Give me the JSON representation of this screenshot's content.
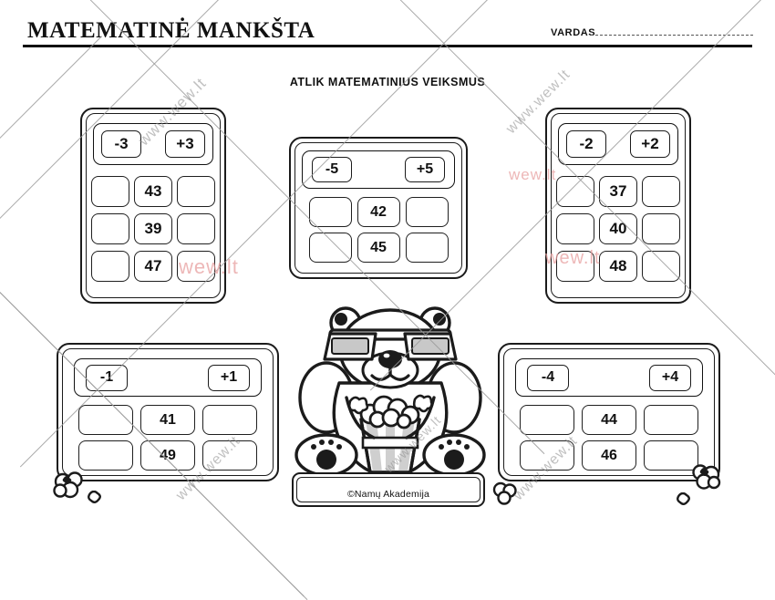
{
  "header": {
    "title": "MATEMATINĖ MANKŠTA",
    "name_label": "VARDAS",
    "name_value": ""
  },
  "subtitle": "ATLIK MATEMATINIUS VEIKSMUS",
  "footer": {
    "credit": "©Namų Akademija"
  },
  "watermark": {
    "text_gray": "www.wew.lt",
    "text_pink": "wew.lt",
    "color_gray": "#8d8d8d",
    "color_pink": "#e8a0a0",
    "line_color": "#9a9a9a"
  },
  "illustration": {
    "name": "bear-with-3d-glasses-and-popcorn",
    "lens_color": "#c8c8c8",
    "bucket_stripe_color": "#cfcfcf",
    "outline_color": "#1b1b1b"
  },
  "cards": [
    {
      "id": "card-tl",
      "minus": "-3",
      "plus": "+3",
      "rows": [
        {
          "left": "",
          "middle": "43",
          "right": ""
        },
        {
          "left": "",
          "middle": "39",
          "right": ""
        },
        {
          "left": "",
          "middle": "47",
          "right": ""
        }
      ]
    },
    {
      "id": "card-tc",
      "minus": "-5",
      "plus": "+5",
      "rows": [
        {
          "left": "",
          "middle": "42",
          "right": ""
        },
        {
          "left": "",
          "middle": "45",
          "right": ""
        }
      ]
    },
    {
      "id": "card-tr",
      "minus": "-2",
      "plus": "+2",
      "rows": [
        {
          "left": "",
          "middle": "37",
          "right": ""
        },
        {
          "left": "",
          "middle": "40",
          "right": ""
        },
        {
          "left": "",
          "middle": "48",
          "right": ""
        }
      ]
    },
    {
      "id": "card-bl",
      "minus": "-1",
      "plus": "+1",
      "rows": [
        {
          "left": "",
          "middle": "41",
          "right": ""
        },
        {
          "left": "",
          "middle": "49",
          "right": ""
        }
      ]
    },
    {
      "id": "card-br",
      "minus": "-4",
      "plus": "+4",
      "rows": [
        {
          "left": "",
          "middle": "44",
          "right": ""
        },
        {
          "left": "",
          "middle": "46",
          "right": ""
        }
      ]
    }
  ]
}
